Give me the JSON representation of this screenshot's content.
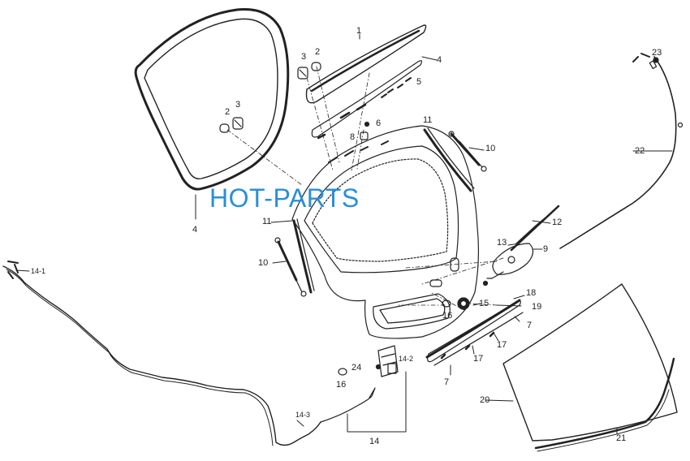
{
  "watermark": "HOT-PARTS",
  "labels": {
    "l1": "1",
    "l2a": "2",
    "l3a": "3",
    "l2b": "2",
    "l3b": "3",
    "l4a": "4",
    "l4b": "4",
    "l5": "5",
    "l6": "6",
    "l8": "8",
    "l10a": "10",
    "l10b": "10",
    "l11a": "11",
    "l11b": "11",
    "l12": "12",
    "l13": "13",
    "l9": "9",
    "l14_1": "14-1",
    "l14_2": "14-2",
    "l14_3": "14-3",
    "l14": "14",
    "l15": "15",
    "l16a": "16",
    "l16b": "16",
    "l24": "24",
    "l18": "18",
    "l19": "19",
    "l7a": "7",
    "l7b": "7",
    "l17a": "17",
    "l17b": "17",
    "l20": "20",
    "l21": "21",
    "l22": "22",
    "l23": "23"
  }
}
